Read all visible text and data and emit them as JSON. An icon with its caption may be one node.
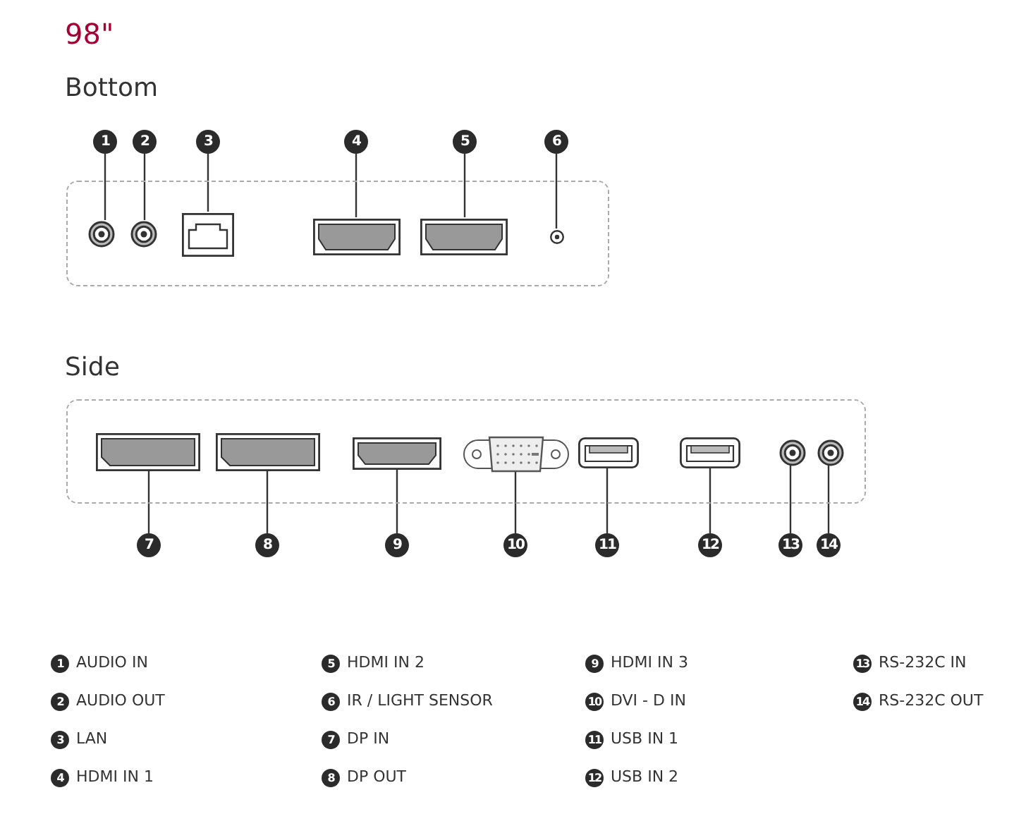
{
  "diagram": {
    "title": "98\"",
    "nodes": [
      {
        "text": [],
        "shape": "box"
      },
      {
        "text": [],
        "shape": "circle",
        "in": 0
      },
      {
        "text": [],
        "shape": "circle",
        "in": 0
      },
      {
        "text": [],
        "shape": "box",
        "in": 0
      },
      {
        "text": [],
        "shape": "box",
        "in": 0
      },
      {
        "text": [],
        "shape": "box",
        "in": 0
      },
      {
        "text": [],
        "shape": "circle",
        "in": 0
      },
      {
        "text": [
          "1"
        ]
      },
      {
        "text": [
          "2"
        ]
      },
      {
        "text": [
          "3"
        ]
      },
      {
        "text": [
          "4"
        ]
      },
      {
        "text": [
          "5"
        ]
      },
      {
        "text": [
          "6"
        ]
      },
      {
        "text": [
          "Side"
        ]
      },
      {
        "text": [],
        "shape": "box",
        "in": 13
      },
      {
        "text": [],
        "shape": "box",
        "in": 13
      },
      {
        "text": [],
        "shape": "box",
        "in": 13
      },
      {
        "text": [],
        "shape": "box",
        "in": 13
      },
      {
        "text": [],
        "shape": "box",
        "in": 13
      },
      {
        "text": [],
        "shape": "box",
        "in": 13
      },
      {
        "text": [],
        "shape": "circle",
        "in": 13
      },
      {
        "text": [],
        "shape": "circle",
        "in": 13
      },
      {
        "text": [
          "7"
        ]
      },
      {
        "text": [
          "8"
        ]
      },
      {
        "text": [
          "9"
        ]
      },
      {
        "text": [
          "10"
        ]
      },
      {
        "text": [
          "11"
        ]
      },
      {
        "text": [
          "12"
        ]
      },
      {
        "text": [
          "13"
        ]
      },
      {
        "text": [
          "14"
        ]
      }
    ],
    "edges": [
      {
        "from": 7,
        "to": 1,
        "arrow": "none"
      },
      {
        "from": 8,
        "to": 2,
        "arrow": "none"
      },
      {
        "from": 9,
        "to": 3,
        "arrow": "none"
      },
      {
        "from": 10,
        "to": 4,
        "arrow": "none"
      },
      {
        "from": 11,
        "to": 5,
        "arrow": "none"
      },
      {
        "from": 12,
        "to": 6,
        "arrow": "none"
      },
      {
        "from": 22,
        "to": 14,
        "arrow": "none"
      },
      {
        "from": 23,
        "to": 15,
        "arrow": "none"
      },
      {
        "from": 24,
        "to": 16,
        "arrow": "none"
      },
      {
        "from": 25,
        "to": 17,
        "arrow": "none"
      },
      {
        "from": 26,
        "to": 18,
        "arrow": "none"
      },
      {
        "from": 27,
        "to": 19,
        "arrow": "none"
      },
      {
        "from": 28,
        "to": 20,
        "arrow": "none"
      },
      {
        "from": 29,
        "to": 21,
        "arrow": "none"
      }
    ],
    "labels": [
      "Bottom",
      "1",
      "AUDIO IN",
      "5",
      "HDMI IN 2",
      "9",
      "HDMI IN 3",
      "13",
      "RS-232C IN",
      "2",
      "AUDIO OUT",
      "6",
      "IR / LIGHT SENSOR",
      "10",
      "DVI - D IN",
      "14",
      "RS-232C OUT",
      "3",
      "LAN",
      "7",
      "DP IN",
      "11",
      "USB IN 1",
      "4",
      "HDMI IN 1",
      "8",
      "DP OUT",
      "12",
      "USB IN 2"
    ]
  }
}
